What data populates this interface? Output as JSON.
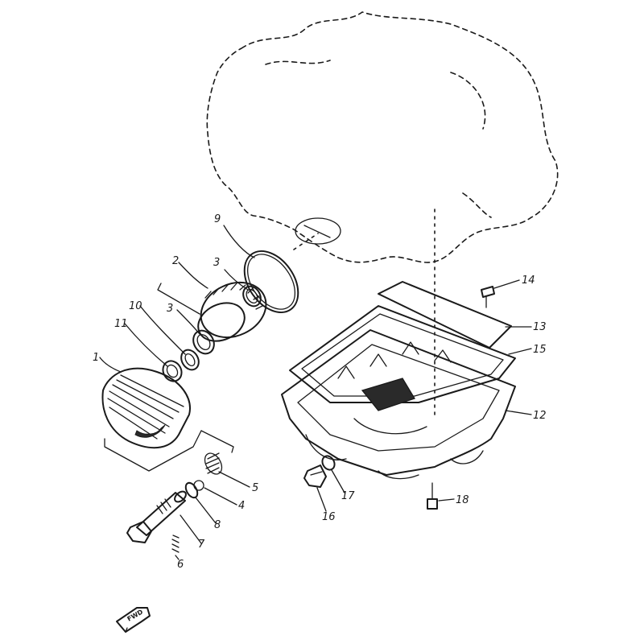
{
  "callouts": [
    {
      "id": "1",
      "text": "1"
    },
    {
      "id": "2",
      "text": "2"
    },
    {
      "id": "3a",
      "text": "3"
    },
    {
      "id": "3b",
      "text": "3"
    },
    {
      "id": "4",
      "text": "4"
    },
    {
      "id": "5",
      "text": "5"
    },
    {
      "id": "6",
      "text": "6"
    },
    {
      "id": "7",
      "text": "7"
    },
    {
      "id": "8",
      "text": "8"
    },
    {
      "id": "9",
      "text": "9"
    },
    {
      "id": "10",
      "text": "10"
    },
    {
      "id": "11",
      "text": "11"
    },
    {
      "id": "12",
      "text": "12"
    },
    {
      "id": "13",
      "text": "13"
    },
    {
      "id": "14",
      "text": "14"
    },
    {
      "id": "15",
      "text": "15"
    },
    {
      "id": "16",
      "text": "16"
    },
    {
      "id": "17",
      "text": "17"
    },
    {
      "id": "18",
      "text": "18"
    }
  ],
  "fwd_arrow": {
    "text": "FWD",
    "icon": "forward-arrow-icon"
  },
  "colors": {
    "ink": "#1a1a1a",
    "background": "#ffffff"
  }
}
